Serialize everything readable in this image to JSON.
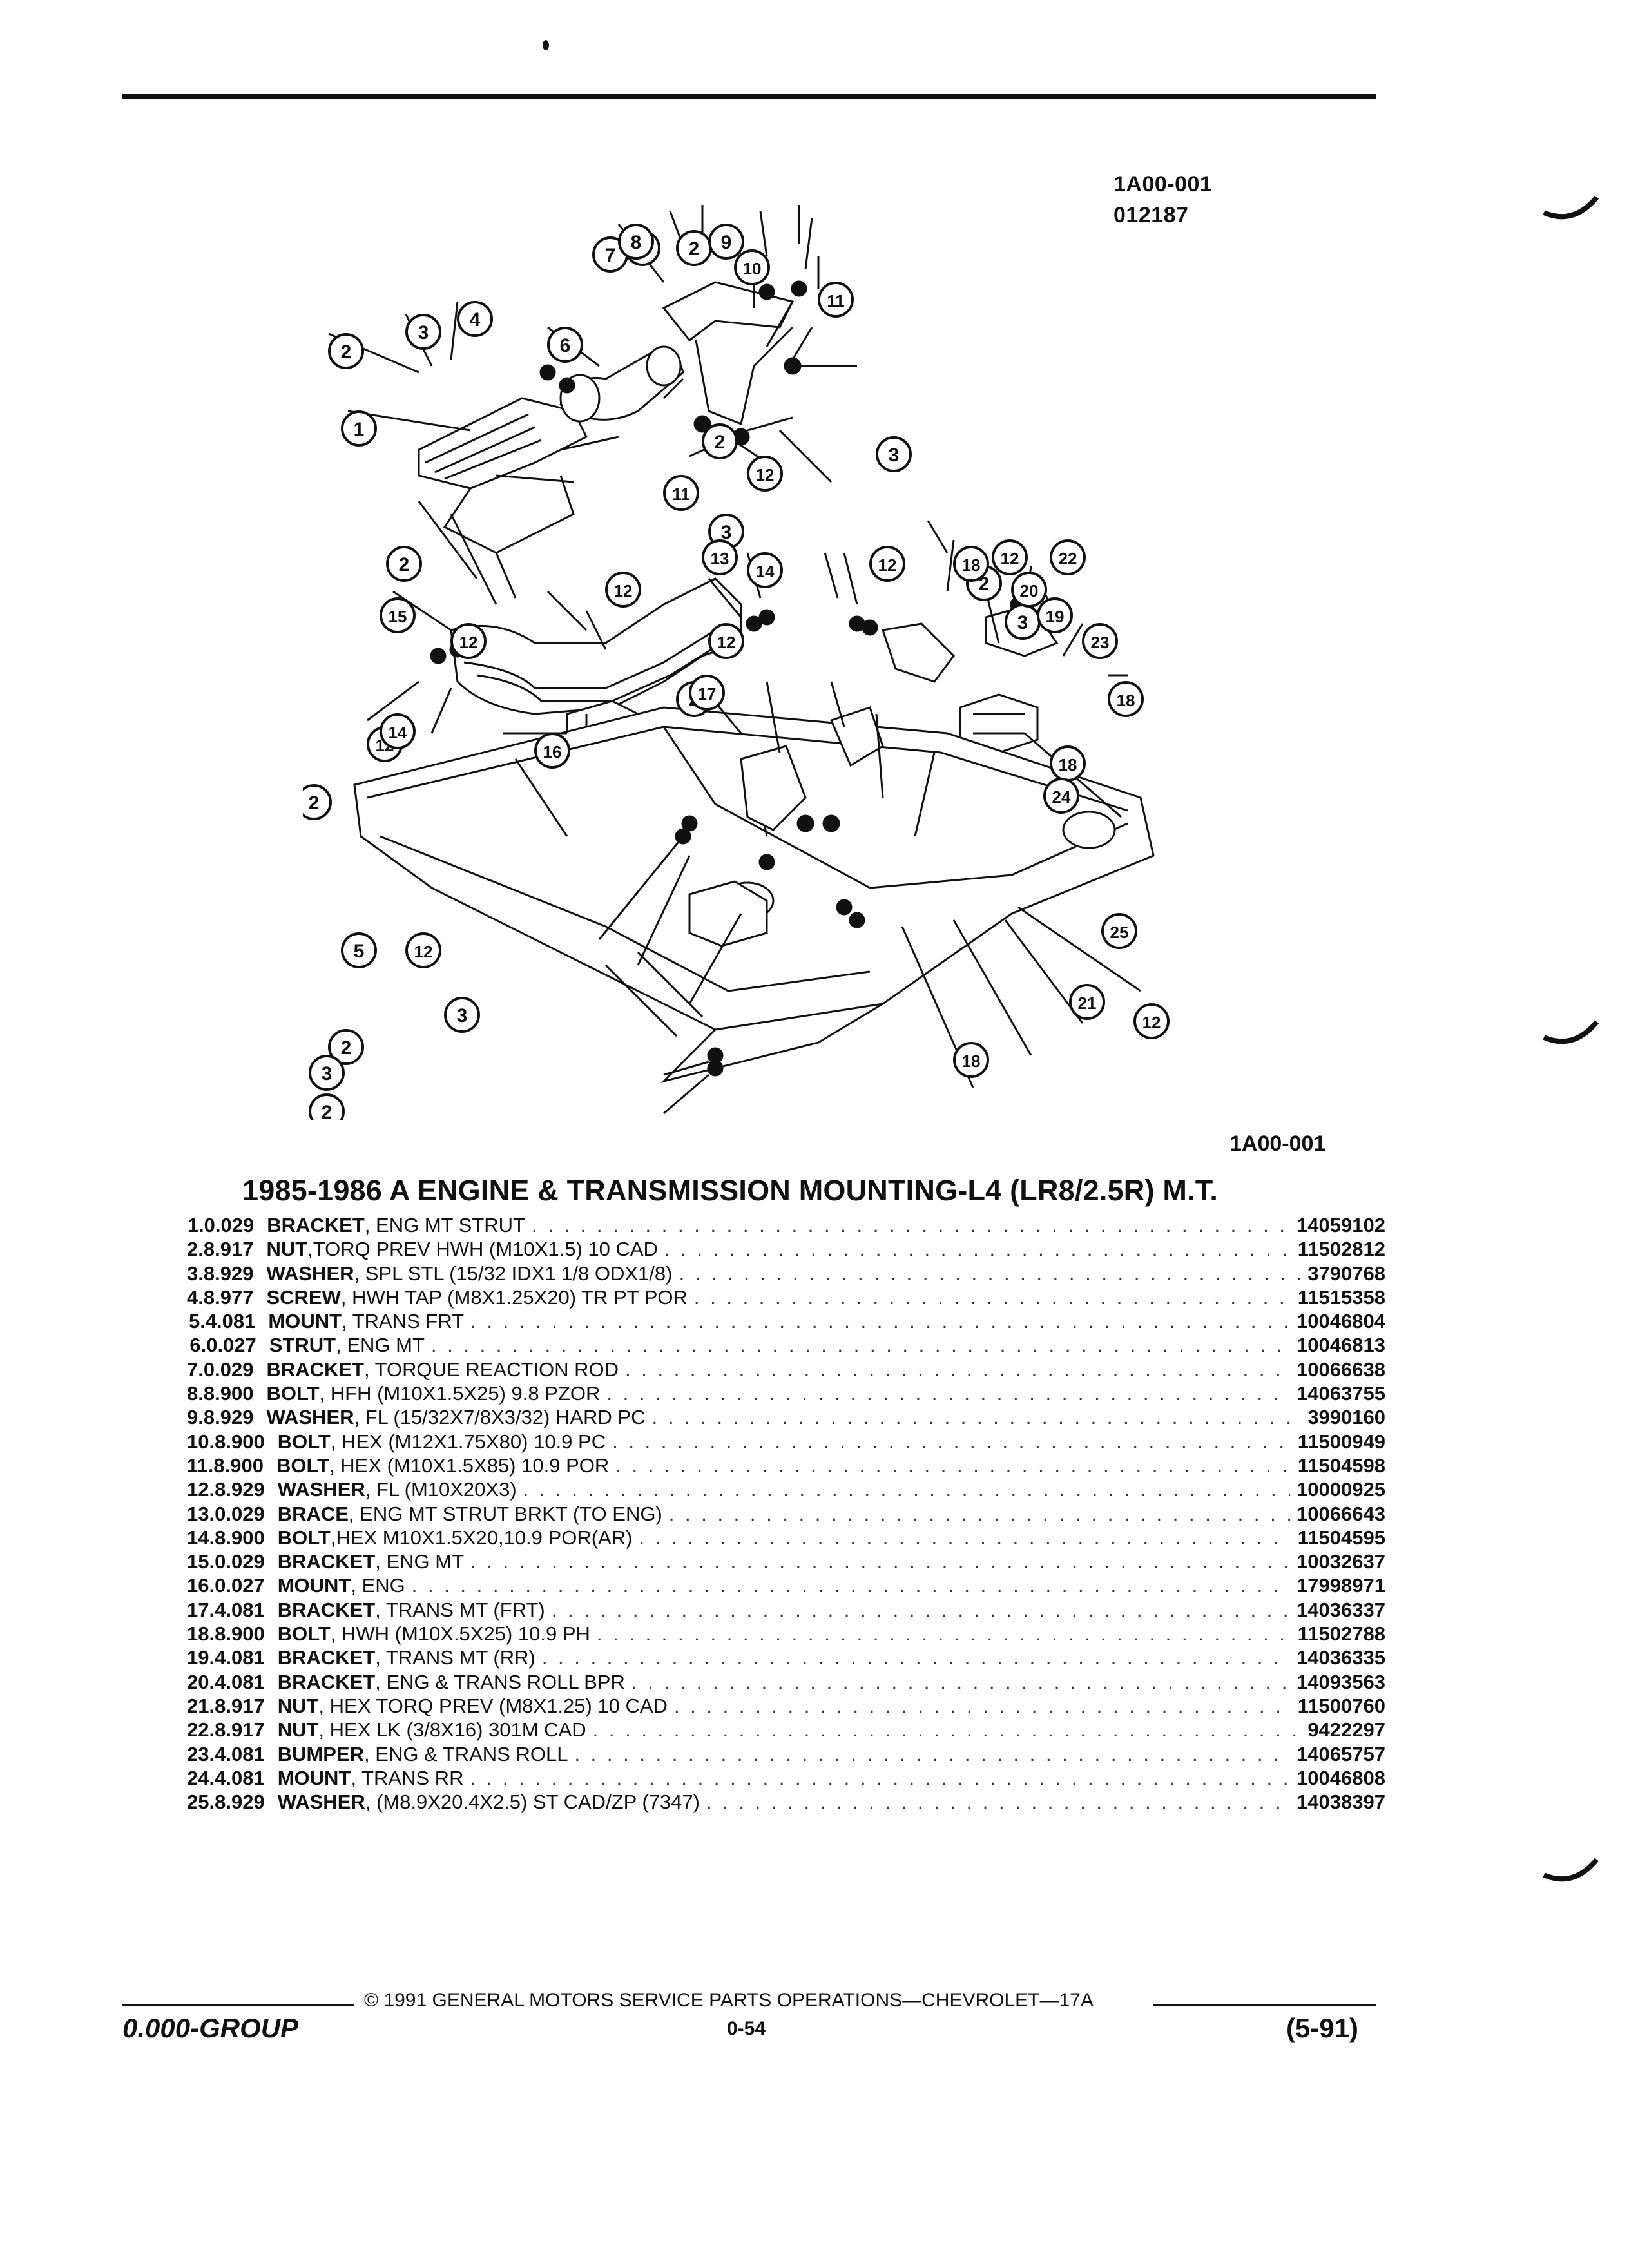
{
  "figure": {
    "id_line1": "1A00-001",
    "id_line2": "012187",
    "ref": "1A00-001"
  },
  "callouts": [
    "1",
    "2",
    "3",
    "4",
    "5",
    "6",
    "7",
    "8",
    "9",
    "10",
    "11",
    "12",
    "13",
    "14",
    "15",
    "16",
    "17",
    "18",
    "19",
    "20",
    "21",
    "22",
    "23",
    "24",
    "25"
  ],
  "section_title": "1985-1986 A ENGINE & TRANSMISSION MOUNTING-L4 (LR8/2.5R) M.T.",
  "parts": [
    {
      "num": "1.",
      "code": "0.029",
      "name": "BRACKET",
      "spec": ", ENG MT STRUT",
      "part_no": "14059102"
    },
    {
      "num": "2.",
      "code": "8.917",
      "name": "NUT",
      "spec": ",TORQ PREV HWH (M10X1.5) 10 CAD",
      "part_no": "11502812"
    },
    {
      "num": "3.",
      "code": "8.929",
      "name": "WASHER",
      "spec": ", SPL STL (15/32 IDX1 1/8 ODX1/8)",
      "part_no": "3790768"
    },
    {
      "num": "4.",
      "code": "8.977",
      "name": "SCREW",
      "spec": ", HWH TAP (M8X1.25X20) TR PT POR",
      "part_no": "11515358"
    },
    {
      "num": "5.",
      "code": "4.081",
      "name": "MOUNT",
      "spec": ", TRANS FRT",
      "part_no": "10046804"
    },
    {
      "num": "6.",
      "code": "0.027",
      "name": "STRUT",
      "spec": ", ENG MT",
      "part_no": "10046813"
    },
    {
      "num": "7.",
      "code": "0.029",
      "name": "BRACKET",
      "spec": ", TORQUE REACTION ROD",
      "part_no": "10066638"
    },
    {
      "num": "8.",
      "code": "8.900",
      "name": "BOLT",
      "spec": ", HFH (M10X1.5X25) 9.8 PZOR",
      "part_no": "14063755"
    },
    {
      "num": "9.",
      "code": "8.929",
      "name": "WASHER",
      "spec": ", FL (15/32X7/8X3/32) HARD PC",
      "part_no": "3990160"
    },
    {
      "num": "10.",
      "code": "8.900",
      "name": "BOLT",
      "spec": ", HEX (M12X1.75X80) 10.9 PC",
      "part_no": "11500949"
    },
    {
      "num": "11.",
      "code": "8.900",
      "name": "BOLT",
      "spec": ", HEX (M10X1.5X85) 10.9 POR",
      "part_no": "11504598"
    },
    {
      "num": "12.",
      "code": "8.929",
      "name": "WASHER",
      "spec": ", FL (M10X20X3)",
      "part_no": "10000925"
    },
    {
      "num": "13.",
      "code": "0.029",
      "name": "BRACE",
      "spec": ", ENG MT STRUT BRKT (TO ENG)",
      "part_no": "10066643"
    },
    {
      "num": "14.",
      "code": "8.900",
      "name": "BOLT",
      "spec": ",HEX M10X1.5X20,10.9 POR(AR)",
      "part_no": "11504595"
    },
    {
      "num": "15.",
      "code": "0.029",
      "name": "BRACKET",
      "spec": ", ENG MT",
      "part_no": "10032637"
    },
    {
      "num": "16.",
      "code": "0.027",
      "name": "MOUNT",
      "spec": ", ENG",
      "part_no": "17998971"
    },
    {
      "num": "17.",
      "code": "4.081",
      "name": "BRACKET",
      "spec": ", TRANS MT (FRT)",
      "part_no": "14036337"
    },
    {
      "num": "18.",
      "code": "8.900",
      "name": "BOLT",
      "spec": ", HWH (M10X.5X25) 10.9 PH",
      "part_no": "11502788"
    },
    {
      "num": "19.",
      "code": "4.081",
      "name": "BRACKET",
      "spec": ", TRANS MT (RR)",
      "part_no": "14036335"
    },
    {
      "num": "20.",
      "code": "4.081",
      "name": "BRACKET",
      "spec": ", ENG & TRANS ROLL BPR",
      "part_no": "14093563"
    },
    {
      "num": "21.",
      "code": "8.917",
      "name": "NUT",
      "spec": ", HEX TORQ PREV (M8X1.25) 10 CAD",
      "part_no": "11500760"
    },
    {
      "num": "22.",
      "code": "8.917",
      "name": "NUT",
      "spec": ", HEX LK (3/8X16) 301M CAD",
      "part_no": "9422297"
    },
    {
      "num": "23.",
      "code": "4.081",
      "name": "BUMPER",
      "spec": ", ENG & TRANS ROLL",
      "part_no": "14065757"
    },
    {
      "num": "24.",
      "code": "4.081",
      "name": "MOUNT",
      "spec": ", TRANS RR",
      "part_no": "10046808"
    },
    {
      "num": "25.",
      "code": "8.929",
      "name": "WASHER",
      "spec": ", (M8.9X20.4X2.5) ST CAD/ZP (7347)",
      "part_no": "14038397"
    }
  ],
  "footer": {
    "copyright": "© 1991 GENERAL MOTORS SERVICE PARTS OPERATIONS—CHEVROLET—17A",
    "group": "0.000-GROUP",
    "page": "0-54",
    "date": "(5-91)"
  }
}
